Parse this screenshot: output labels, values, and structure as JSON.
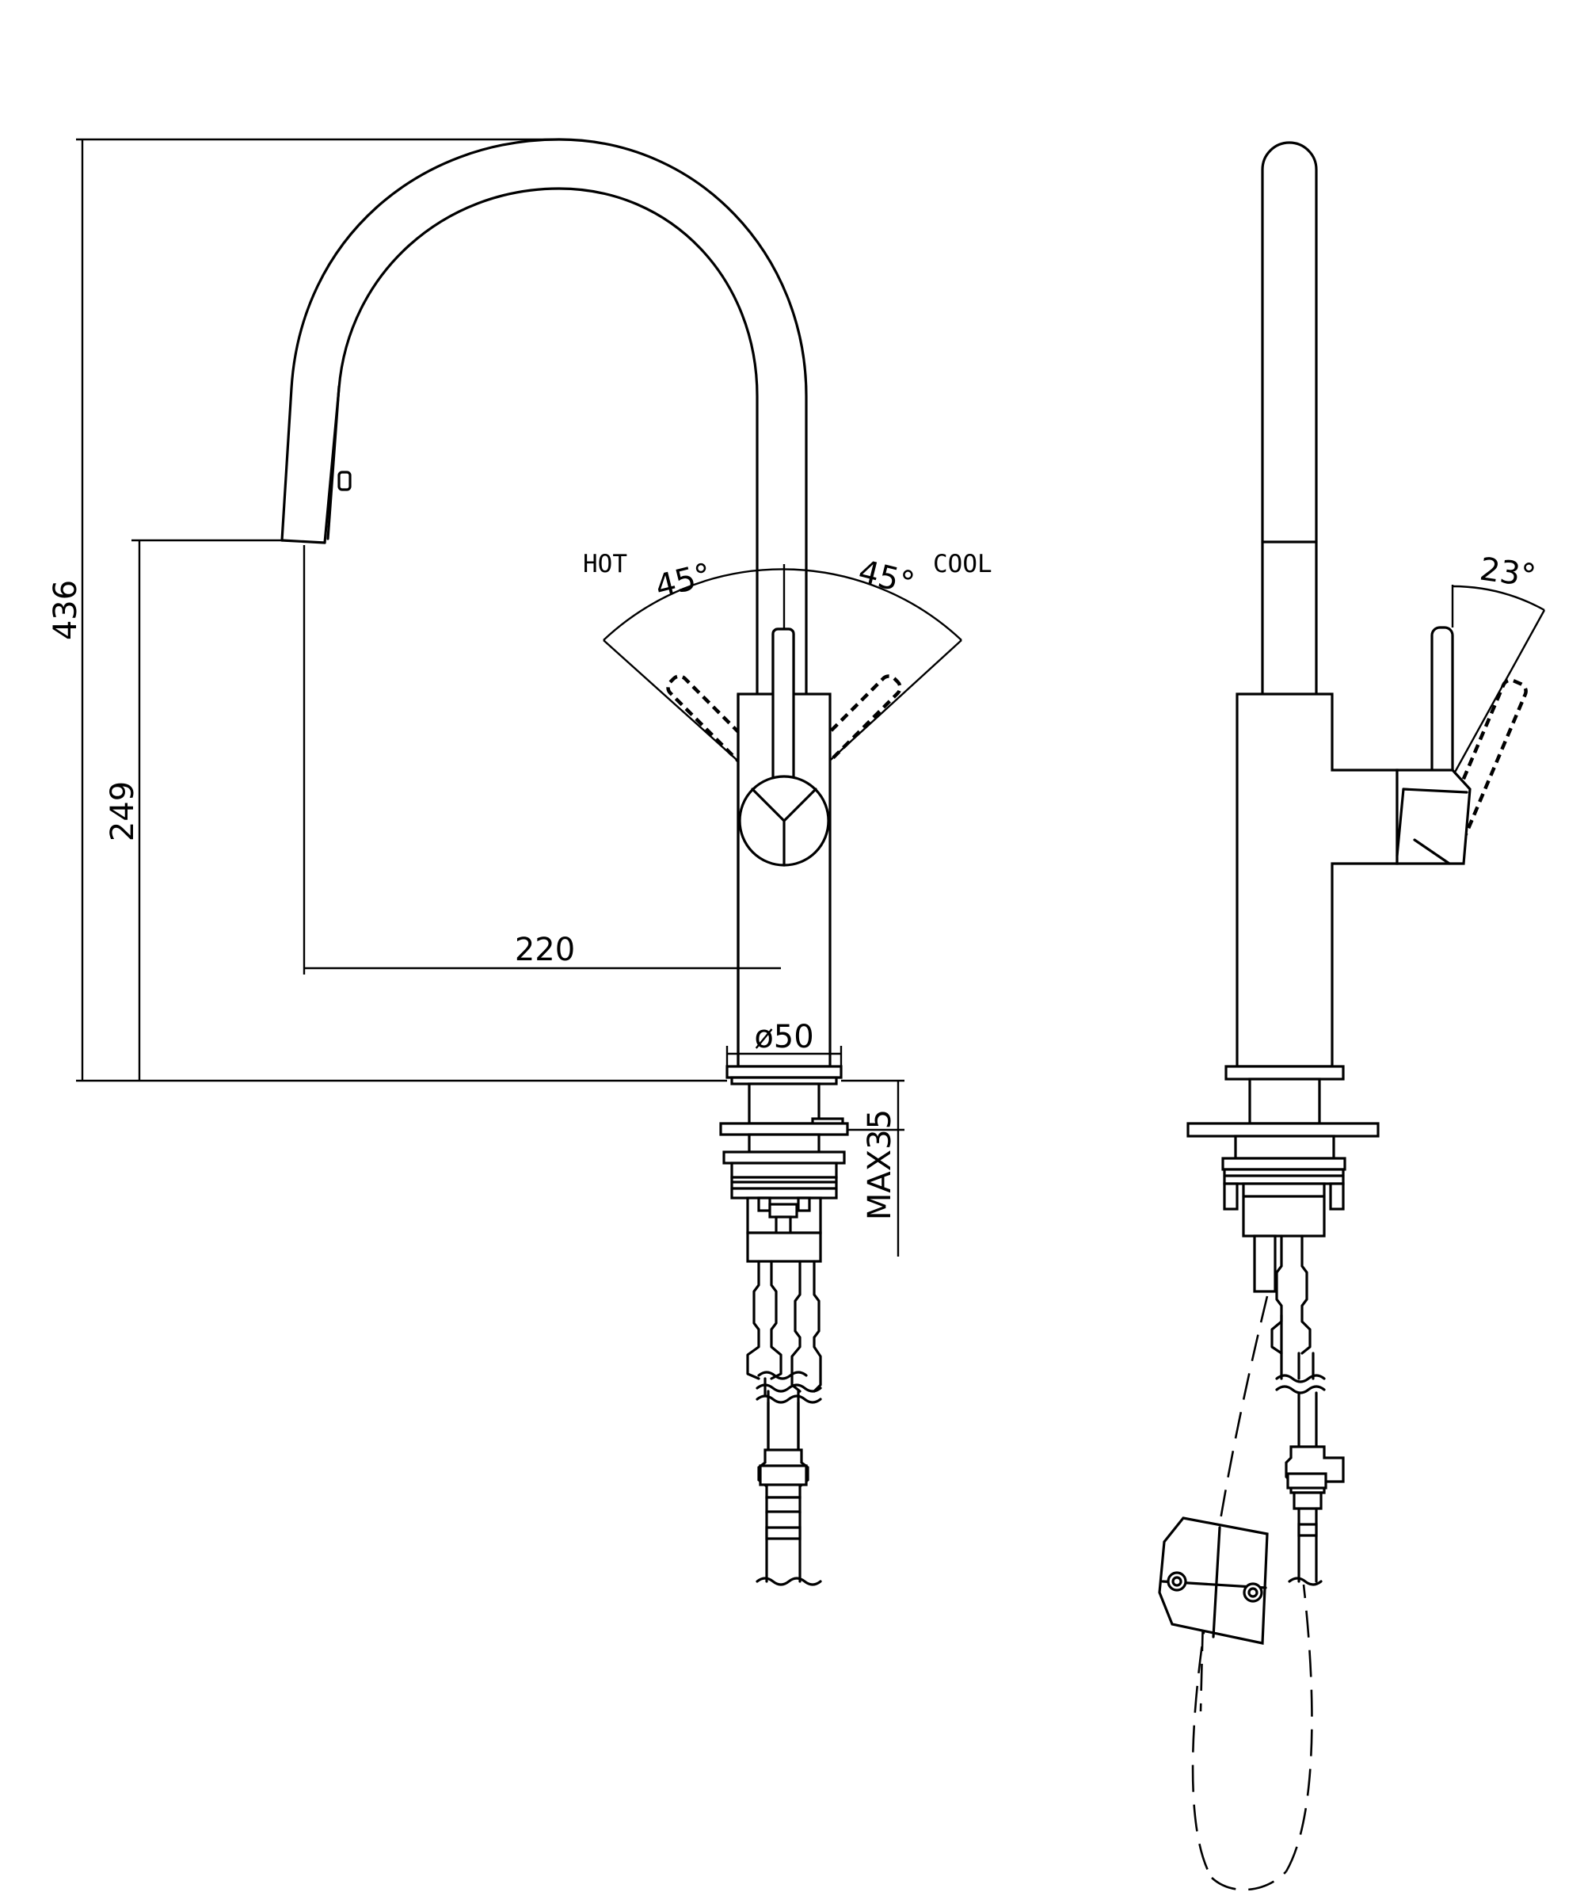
{
  "dimensions": {
    "total_height": "436",
    "spout_height": "249",
    "reach": "220",
    "diameter": "ø50",
    "deck_thickness": "MAX35",
    "hot_angle": "45°",
    "cool_angle": "45°",
    "tilt_angle": "23°"
  },
  "labels": {
    "hot": "HOT",
    "cool": "COOL"
  }
}
